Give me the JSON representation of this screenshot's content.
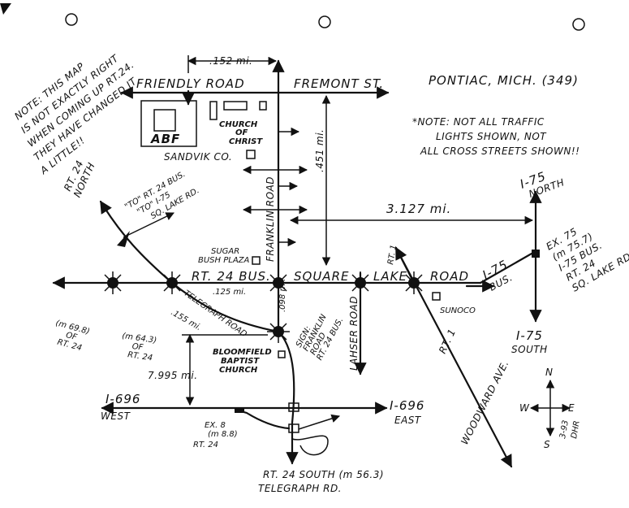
{
  "title": "PONTIAC, MICH. (349)",
  "note_left": [
    "NOTE: THIS MAP",
    "IS NOT EXACTLY RIGHT",
    "WHEN COMING UP RT.24.",
    "THEY HAVE CHANGED IT",
    "A LITTLE!!"
  ],
  "note_right": [
    "*NOTE: NOT ALL TRAFFIC",
    "LIGHTS SHOWN, NOT",
    "ALL CROSS STREETS SHOWN!!"
  ],
  "roads": {
    "friendly": "FRIENDLY ROAD",
    "fremont": "FREMONT ST.",
    "franklin": "FRANKLIN ROAD",
    "square_lake": "SQUARE",
    "lake": "LAKE",
    "road": "ROAD",
    "lahser": "LAHSER ROAD",
    "woodward": "WOODWARD AVE.",
    "rt1": "RT. 1",
    "telegraph": "TELEGRAPH ROAD",
    "rt24_bus": "RT. 24 BUS."
  },
  "distances": {
    "d152": ".152 mi.",
    "d451": ".451 mi.",
    "d3127": "3.127 mi.",
    "d125": ".125 mi.",
    "d155": ".155 mi.",
    "d7995": "7.995 mi.",
    "d098": ".098 mi."
  },
  "places": {
    "abf": "ABF",
    "sandvik": "SANDVIK CO.",
    "church_christ": [
      "CHURCH",
      "OF",
      "CHRIST"
    ],
    "sugar_bush": [
      "SUGAR",
      "BUSH PLAZA"
    ],
    "sunoco": "SUNOCO",
    "baptist": [
      "BLOOMFIELD",
      "BAPTIST",
      "CHURCH"
    ],
    "sign": [
      "SIGN:",
      "FRANKLIN",
      "ROAD",
      "RT. 24 BUS."
    ]
  },
  "highways": {
    "rt24_north": [
      "RT. 24",
      "NORTH"
    ],
    "to_rt24": [
      "\"TO\" RT. 24 BUS.",
      "\"TO\" I-75",
      "SQ. LAKE RD."
    ],
    "m698": [
      "(m 69.8)",
      "OF",
      "RT. 24"
    ],
    "m643": [
      "(m 64.3)",
      "OF",
      "RT. 24"
    ],
    "i75_north": [
      "I-75",
      "NORTH"
    ],
    "i75_south": [
      "I-75",
      "SOUTH"
    ],
    "i75_bus": [
      "I-75",
      "BUS."
    ],
    "ex75": [
      "EX. 75",
      "(m 75.7)",
      "I-75 BUS.",
      "RT. 24",
      "SQ. LAKE RD."
    ],
    "i696_west": [
      "I-696",
      "WEST"
    ],
    "i696_east": [
      "I-696",
      "EAST"
    ],
    "ex8": [
      "EX. 8",
      "(m 8.8)",
      "RT. 24"
    ],
    "rt24_south": [
      "RT. 24 SOUTH (m 56.3)",
      "TELEGRAPH RD."
    ]
  },
  "compass": {
    "n": "N",
    "s": "S",
    "e": "E",
    "w": "W",
    "date": [
      "3-93",
      "DHR"
    ]
  }
}
